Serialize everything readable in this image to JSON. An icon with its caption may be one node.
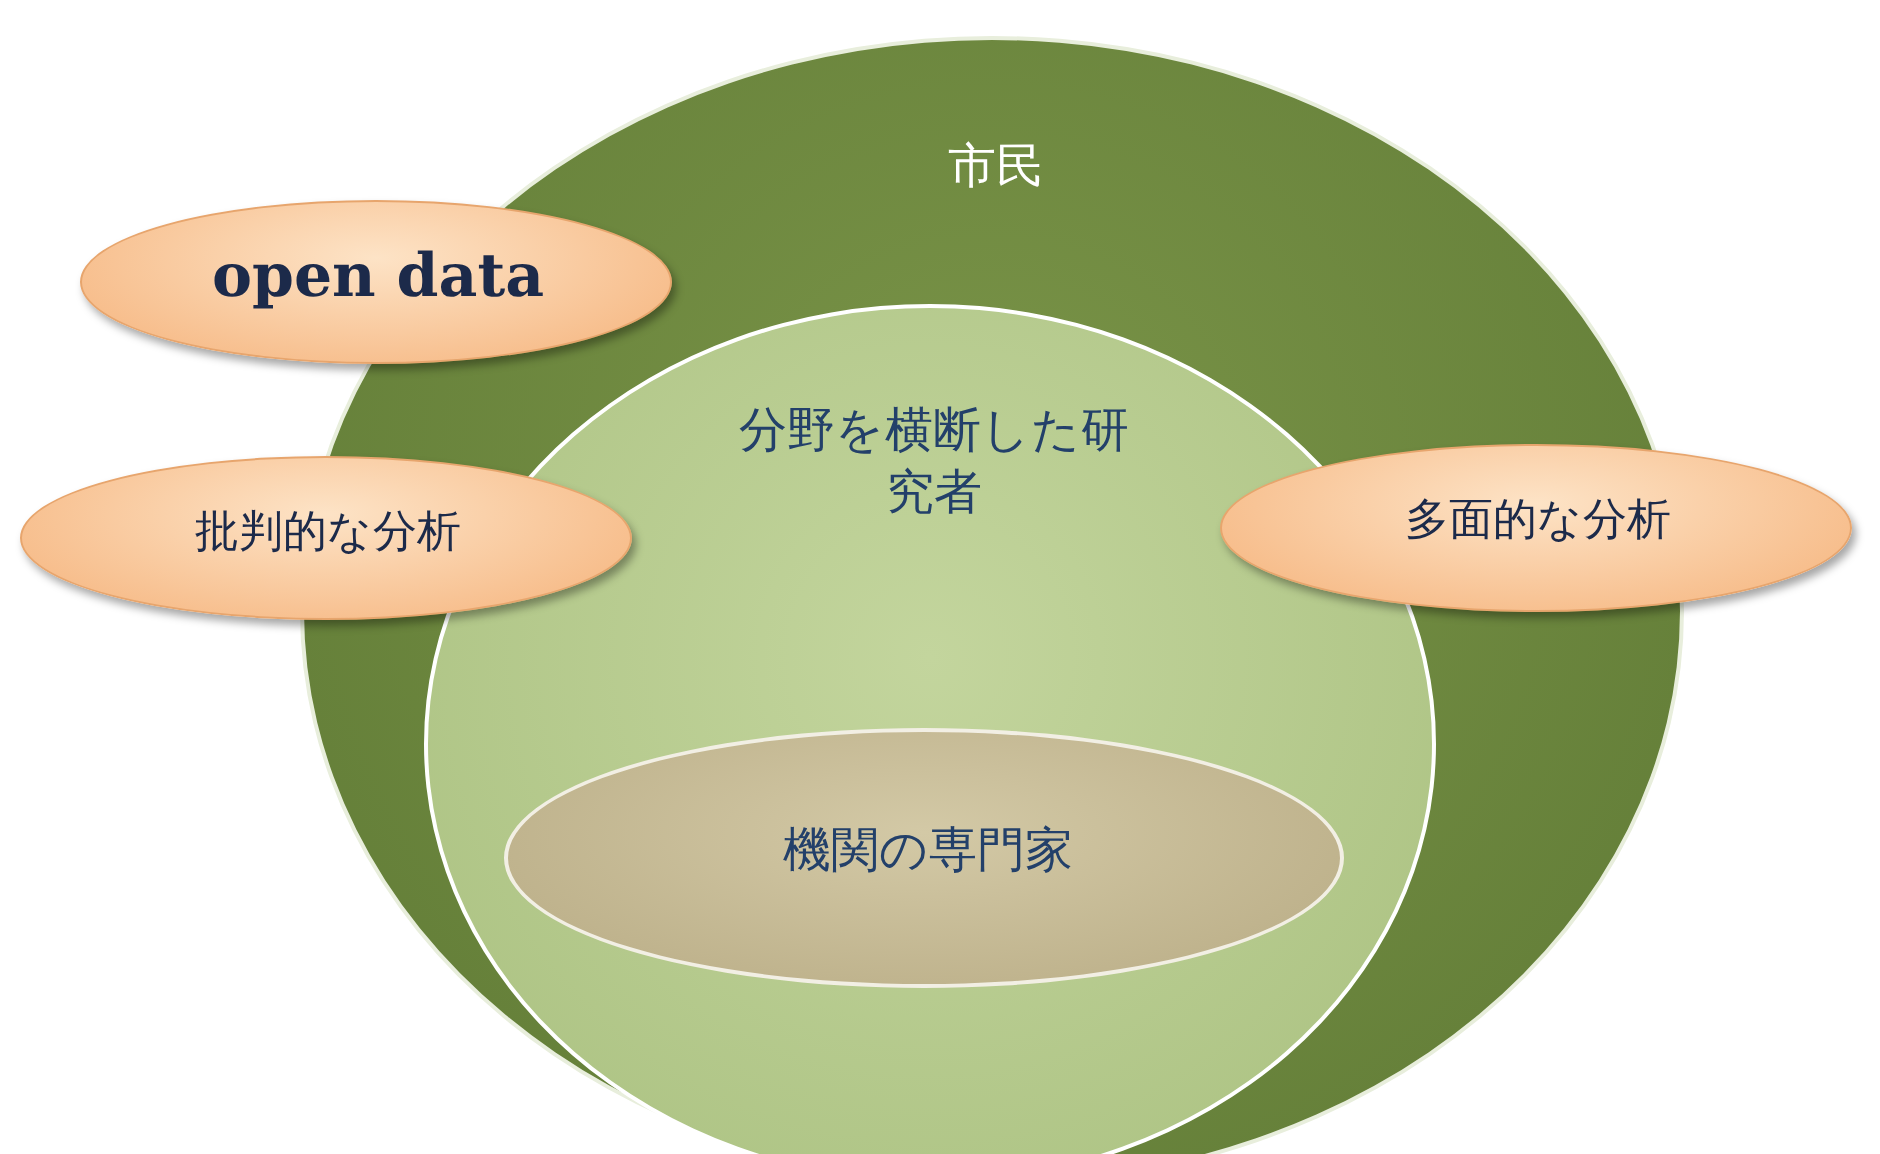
{
  "diagram": {
    "nodes": [
      {
        "text": [
          "市民"
        ]
      },
      {
        "text": [
          "分野を横断した研究者"
        ],
        "in": 0
      },
      {
        "text": [
          "機関の専門家"
        ],
        "in": 1
      },
      {
        "text": [
          "open data"
        ]
      },
      {
        "text": [
          "批判的な分析"
        ]
      },
      {
        "text": [
          "多面的な分析"
        ]
      }
    ]
  }
}
